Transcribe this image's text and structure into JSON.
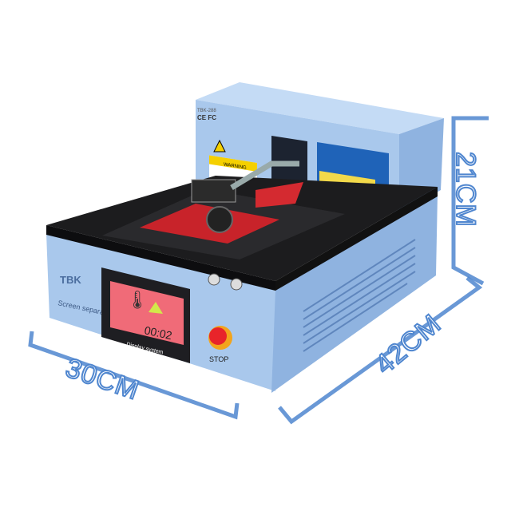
{
  "product": {
    "brand": "TBK",
    "model": "TBK-288",
    "name": "Screen separator",
    "display": {
      "time": "00:02",
      "label": "Display system"
    },
    "stop_label": "STOP",
    "warning_label": "WARNING",
    "certifications": "CE FC"
  },
  "dimensions": {
    "width": "30CM",
    "depth": "42CM",
    "height": "21CM"
  },
  "colors": {
    "body": "#a9c8ec",
    "top_plate": "#1c1c1e",
    "screen": "#f06b78",
    "dimension_lines": "#4f86cf",
    "stop_button": "#e8242a"
  }
}
